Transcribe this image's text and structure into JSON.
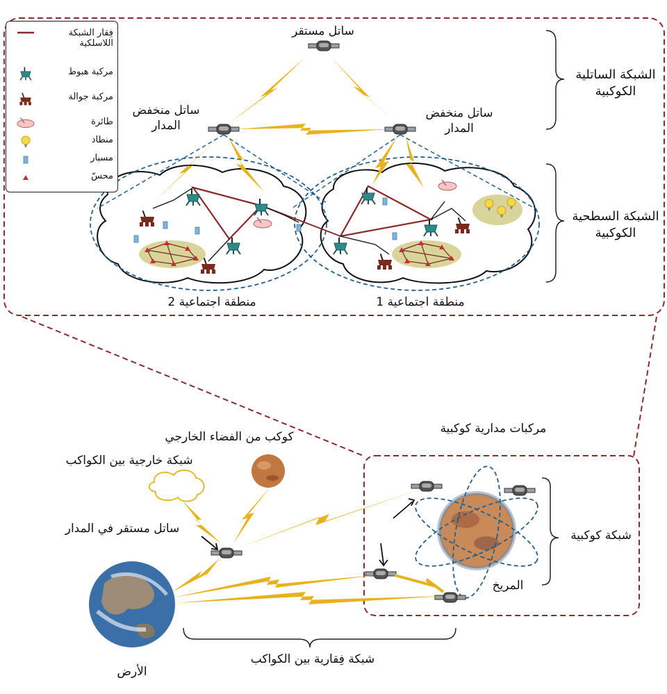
{
  "legend": {
    "items": [
      {
        "icon": "backbone-line-icon",
        "label": "فِقار الشبكة اللاسلكية"
      },
      {
        "icon": "lander-icon",
        "label": "مركبة هبوط"
      },
      {
        "icon": "rover-icon",
        "label": "مركبة جوالة"
      },
      {
        "icon": "aircraft-icon",
        "label": "طائرة"
      },
      {
        "icon": "balloon-icon",
        "label": "منطاد"
      },
      {
        "icon": "probe-icon",
        "label": "مسبار"
      },
      {
        "icon": "sensor-icon",
        "label": "محسّ"
      }
    ]
  },
  "top": {
    "geostationary_satellite": "ساتل مستقر",
    "leo_satellite_left": "ساتل منخفض المدار",
    "leo_satellite_right": "ساتل منخفض المدار",
    "satellite_network": "الشبكة الساتلية الكوكبية",
    "surface_network": "الشبكة السطحية الكوكبية",
    "cluster_2": "منطقة اجتماعية 2",
    "cluster_1": "منطقة اجتماعية 1"
  },
  "bottom": {
    "outer_planet": "كوكب من الفضاء الخارجي",
    "outer_network": "شبكة خارجية بين الكواكب",
    "geo_orbit_satellite": "ساتل مستقر في المدار",
    "orbiters": "مركبات مدارية كوكبية",
    "planetary_network": "شبكة كوكبية",
    "mars": "المريخ",
    "earth": "الأرض",
    "backbone": "شبكة فِقارية بين الكواكب"
  },
  "colors": {
    "frame": "#8b2a2a",
    "backbone_line": "#8b2a2a",
    "wireless_link": "#e8b21e",
    "coverage": "#1f5f8b",
    "lander": "#2d8a8a",
    "rover": "#7a2a1a",
    "sensor_field": "#d8d49a"
  }
}
